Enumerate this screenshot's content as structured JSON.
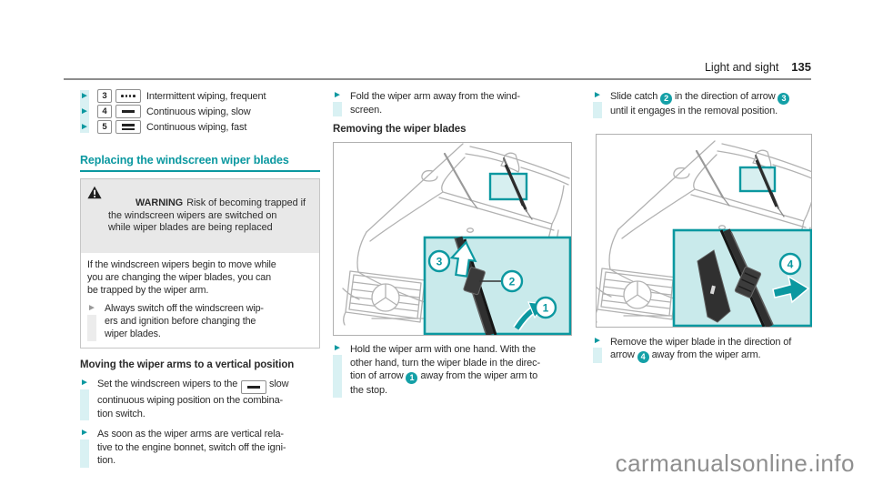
{
  "header": {
    "section": "Light and sight",
    "page": "135"
  },
  "colors": {
    "teal": "#0b98a0",
    "panel_fill": "#c9eaeb",
    "bullet_strip": "#d9f1f3",
    "callout_badge": "#14a0a7"
  },
  "wiper_controls": {
    "modes": [
      {
        "key": "3",
        "icon": "intermittent-wipe-icon",
        "label": "Intermittent wiping, frequent"
      },
      {
        "key": "4",
        "icon": "slow-wipe-icon",
        "label": "Continuous wiping, slow"
      },
      {
        "key": "5",
        "icon": "fast-wipe-icon",
        "label": "Continuous wiping, fast"
      }
    ]
  },
  "replacing": {
    "heading": "Replacing the windscreen wiper blades",
    "warning": {
      "label": "WARNING",
      "title": "Risk of becoming trapped if\nthe windscreen wipers are switched on\nwhile wiper blades are being replaced",
      "body": "If the windscreen wipers begin to move while\nyou are changing the wiper blades, you can\nbe trapped by the wiper arm.",
      "instruction": "Always switch off the windscreen wip-\ners and ignition before changing the\nwiper blades."
    },
    "moving": {
      "heading": "Moving the wiper arms to a vertical position",
      "step1": {
        "pre": "Set the windscreen wipers to the ",
        "icon": "slow-wipe-icon",
        "post": " slow\ncontinuous wiping position on the combina-\ntion switch."
      },
      "step2": "As soon as the wiper arms are vertical rela-\ntive to the engine bonnet, switch off the igni-\ntion."
    }
  },
  "removing": {
    "fold_step": "Fold the wiper arm away from the wind-\nscreen.",
    "heading": "Removing the wiper blades",
    "figure": {
      "callouts": [
        "3",
        "2",
        "1"
      ]
    },
    "hold_step": {
      "parts": [
        "Hold the wiper arm with one hand. With the\nother hand, turn the wiper blade in the direc-\ntion of arrow ",
        "1",
        " away from the wiper arm to\nthe stop."
      ]
    }
  },
  "right_column": {
    "slide_step": {
      "parts": [
        "Slide catch ",
        "2",
        " in the direction of arrow ",
        "3",
        "\nuntil it engages in the removal position."
      ]
    },
    "figure": {
      "callouts": [
        "4"
      ]
    },
    "remove_step": {
      "parts": [
        "Remove the wiper blade in the direction of\narrow ",
        "4",
        " away from the wiper arm."
      ]
    }
  },
  "watermark": "carmanualsonline.info"
}
